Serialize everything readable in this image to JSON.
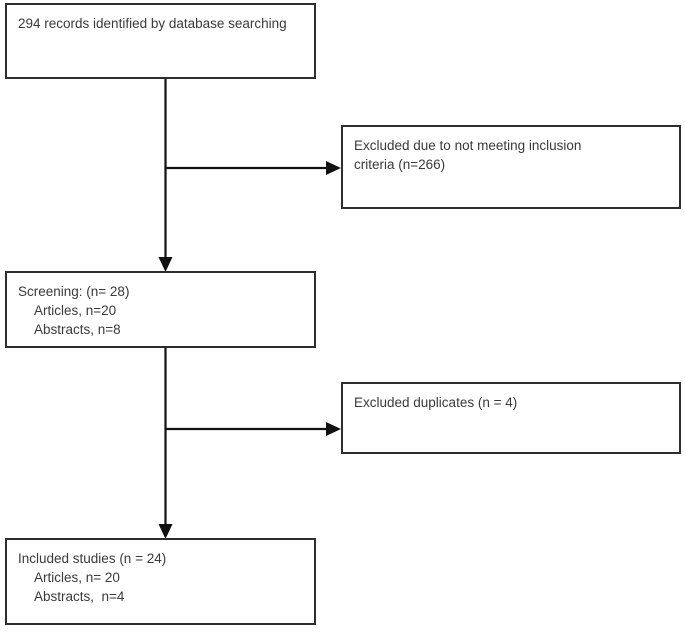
{
  "diagram": {
    "title": "PRISMA study selection flow chart",
    "type": "flowchart",
    "stroke_color": "#2e2e2e",
    "text_color": "#3a3a3a",
    "background": "#ffffff"
  },
  "boxes": {
    "identified": {
      "name": "records-identified",
      "lines": [
        {
          "text": "294 records identified by database searching",
          "indent": false
        }
      ]
    },
    "excluded_inclusion": {
      "name": "excluded-not-meeting-inclusion-criteria",
      "lines": [
        {
          "text": "Excluded due to not meeting inclusion",
          "indent": false
        },
        {
          "text": "criteria (n=266)",
          "indent": false
        }
      ]
    },
    "screening": {
      "name": "screening",
      "lines": [
        {
          "text": "Screening: (n= 28)",
          "indent": false
        },
        {
          "text": "Articles, n=20",
          "indent": true
        },
        {
          "text": "Abstracts, n=8",
          "indent": true
        }
      ]
    },
    "excluded_duplicates": {
      "name": "excluded-duplicates",
      "lines": [
        {
          "text": "Excluded duplicates (n = 4)",
          "indent": false
        }
      ]
    },
    "included": {
      "name": "included-studies",
      "lines": [
        {
          "text": "Included studies (n = 24)",
          "indent": false
        },
        {
          "text": "Articles, n= 20",
          "indent": true
        },
        {
          "text": "Abstracts,  n=4",
          "indent": true
        }
      ]
    }
  },
  "connectors": [
    {
      "name": "identified-to-screening-trunk",
      "kind": "vertical-arrow",
      "from": "identified",
      "to": "screening"
    },
    {
      "name": "branch-to-excluded-inclusion",
      "kind": "horizontal-arrow",
      "from": "trunk",
      "to": "excluded_inclusion"
    },
    {
      "name": "screening-to-included-trunk",
      "kind": "vertical-arrow",
      "from": "screening",
      "to": "included"
    },
    {
      "name": "branch-to-excluded-duplicates",
      "kind": "horizontal-arrow",
      "from": "trunk",
      "to": "excluded_duplicates"
    }
  ]
}
